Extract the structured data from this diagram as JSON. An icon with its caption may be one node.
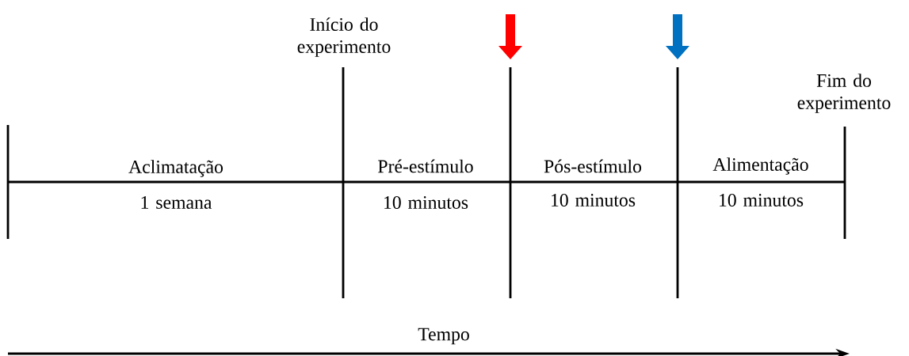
{
  "diagram": {
    "labels": [
      "Início do experimento",
      "Fim do experimento",
      "Aclimatação",
      "1 semana",
      "Pré-estímulo",
      "10 minutos",
      "Pós-estímulo",
      "10 minutos",
      "Alimentação",
      "10 minutos",
      "Tempo"
    ]
  }
}
